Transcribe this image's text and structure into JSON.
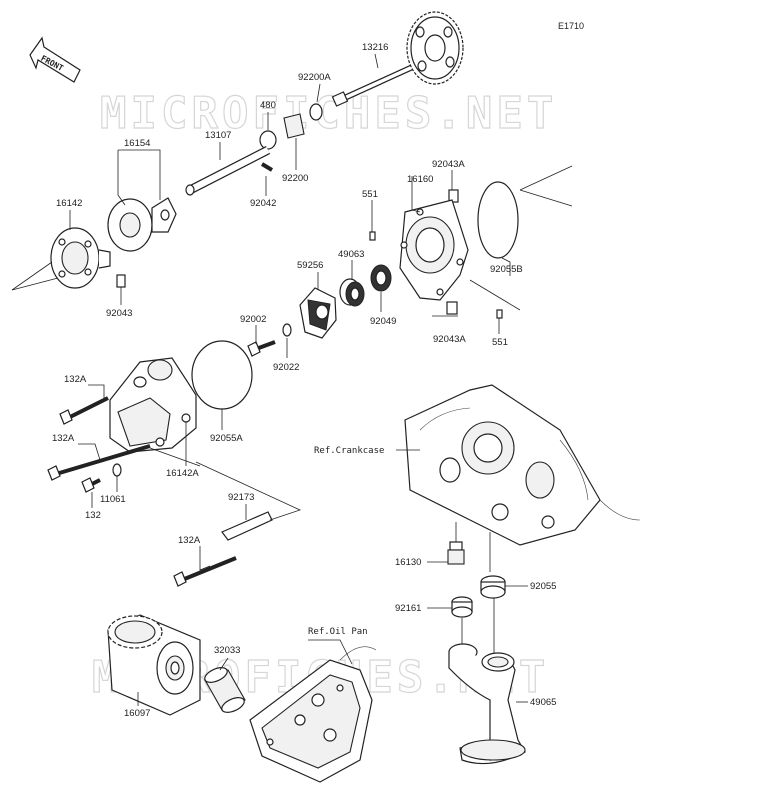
{
  "diagram": {
    "code": "E1710",
    "watermark": "MICROFICHES.NET",
    "front_label": "FRONT",
    "refs": {
      "crankcase": "Ref.Crankcase",
      "oil_pan": "Ref.Oil Pan"
    },
    "labels": {
      "p13216": "13216",
      "p92200A": "92200A",
      "p480": "480",
      "p13107": "13107",
      "p16154": "16154",
      "p92200": "92200",
      "p92042": "92042",
      "p16142": "16142",
      "p92043": "92043",
      "p551a": "551",
      "p16160": "16160",
      "p92043Aa": "92043A",
      "p92055B": "92055B",
      "p49063": "49063",
      "p59256": "59256",
      "p92049": "92049",
      "p92043Ab": "92043A",
      "p551b": "551",
      "p92002": "92002",
      "p92022": "92022",
      "p132Aa": "132A",
      "p132Ab": "132A",
      "p92055A": "92055A",
      "p16142A": "16142A",
      "p11061": "11061",
      "p132": "132",
      "p92173": "92173",
      "p132Ac": "132A",
      "p16130": "16130",
      "p92055": "92055",
      "p92161": "92161",
      "p32033": "32033",
      "p16097": "16097",
      "p49065": "49065"
    }
  }
}
